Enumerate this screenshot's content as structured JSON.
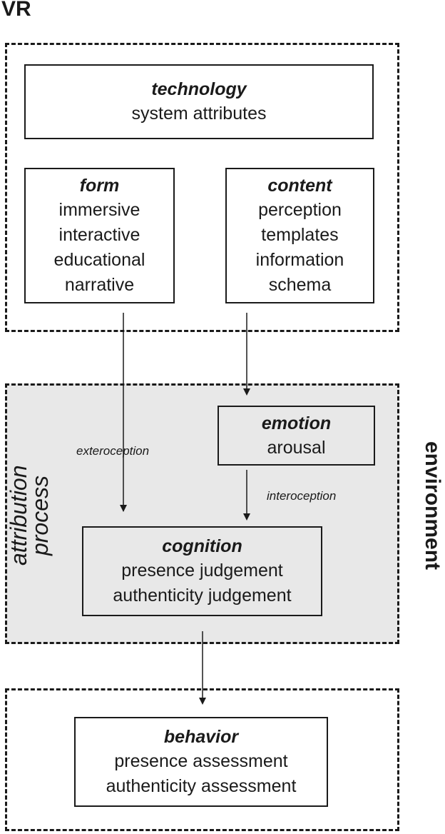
{
  "vr_label": "VR",
  "technology": {
    "title": "technology",
    "lines": [
      "system attributes"
    ]
  },
  "form": {
    "title": "form",
    "lines": [
      "immersive",
      "interactive",
      "educational",
      "narrative"
    ]
  },
  "content": {
    "title": "content",
    "lines": [
      "perception",
      "templates",
      "information",
      "schema"
    ]
  },
  "emotion": {
    "title": "emotion",
    "lines": [
      "arousal"
    ]
  },
  "cognition": {
    "title": "cognition",
    "lines": [
      "presence judgement",
      "authenticity judgement"
    ]
  },
  "behavior": {
    "title": "behavior",
    "lines": [
      "presence assessment",
      "authenticity assessment"
    ]
  },
  "labels": {
    "exteroception": "exteroception",
    "interoception": "interoception",
    "attribution_line1": "attribution",
    "attribution_line2": "process",
    "environment": "environment"
  }
}
